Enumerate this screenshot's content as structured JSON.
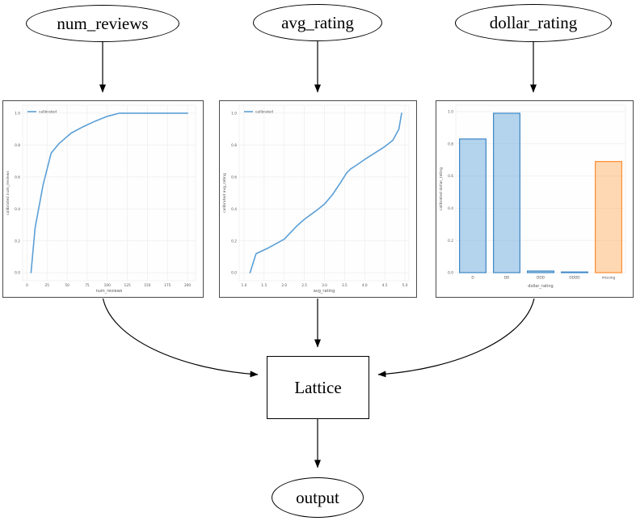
{
  "diagram": {
    "nodes": {
      "num_reviews": {
        "label": "num_reviews"
      },
      "avg_rating": {
        "label": "avg_rating"
      },
      "dollar_rating": {
        "label": "dollar_rating"
      },
      "lattice": {
        "label": "Lattice"
      },
      "output": {
        "label": "output"
      }
    }
  },
  "colors": {
    "edge": "#000000",
    "figure_border": "#4a4a4a",
    "grid": "#efefef",
    "tick_text": "#555555",
    "line_blue": "#5b9fd6",
    "bar_blue_edge": "#3c87c6",
    "bar_blue_fill": "rgba(91,159,214,0.45)",
    "bar_orange_edge": "#ff8b2e",
    "bar_orange_fill": "rgba(255,160,64,0.40)"
  },
  "chart_data": [
    {
      "type": "line",
      "title": "",
      "xlabel": "num_reviews",
      "ylabel": "calibrated num_reviews",
      "legend": "calibrated",
      "legend_position": "upper-left",
      "grid": true,
      "line_color": "#5b9fd6",
      "xlim": [
        -5.5,
        210
      ],
      "ylim": [
        -0.05,
        1.05
      ],
      "xticks": [
        0,
        25,
        50,
        75,
        100,
        125,
        150,
        175,
        200
      ],
      "xtick_labels": [
        "0",
        "25",
        "50",
        "75",
        "100",
        "125",
        "150",
        "175",
        "200"
      ],
      "yticks": [
        0.0,
        0.2,
        0.4,
        0.6,
        0.8,
        1.0
      ],
      "ytick_labels": [
        "0.0",
        "0.2",
        "0.4",
        "0.6",
        "0.8",
        "1.0"
      ],
      "x": [
        5,
        10,
        20,
        30,
        40,
        55,
        70,
        85,
        100,
        115,
        200
      ],
      "y": [
        0.0,
        0.28,
        0.55,
        0.75,
        0.81,
        0.875,
        0.915,
        0.95,
        0.98,
        1.0,
        1.0
      ]
    },
    {
      "type": "line",
      "title": "",
      "xlabel": "avg_rating",
      "ylabel": "calibrated avg_rating",
      "legend": "calibrated",
      "legend_position": "upper-left",
      "grid": true,
      "line_color": "#5b9fd6",
      "xlim": [
        0.88,
        5.1
      ],
      "ylim": [
        -0.05,
        1.05
      ],
      "xticks": [
        1.0,
        1.5,
        2.0,
        2.5,
        3.0,
        3.5,
        4.0,
        4.5,
        5.0
      ],
      "xtick_labels": [
        "1.0",
        "1.5",
        "2.0",
        "2.5",
        "3.0",
        "3.5",
        "4.0",
        "4.5",
        "5.0"
      ],
      "yticks": [
        0.0,
        0.2,
        0.4,
        0.6,
        0.8,
        1.0
      ],
      "ytick_labels": [
        "0.0",
        "0.2",
        "0.4",
        "0.6",
        "0.8",
        "1.0"
      ],
      "x": [
        1.15,
        1.3,
        1.6,
        2.0,
        2.3,
        2.5,
        2.8,
        3.0,
        3.2,
        3.4,
        3.55,
        3.65,
        3.8,
        4.0,
        4.25,
        4.5,
        4.7,
        4.85,
        4.92
      ],
      "y": [
        0.0,
        0.12,
        0.155,
        0.21,
        0.29,
        0.335,
        0.39,
        0.43,
        0.49,
        0.565,
        0.625,
        0.65,
        0.675,
        0.71,
        0.75,
        0.79,
        0.83,
        0.9,
        1.0
      ]
    },
    {
      "type": "bar",
      "title": "",
      "xlabel": "dollar_rating",
      "ylabel": "calibrated dollar_rating",
      "grid": true,
      "categories": [
        "D",
        "DD",
        "DDD",
        "DDDD",
        "missing"
      ],
      "values": [
        0.83,
        0.99,
        0.01,
        0.004,
        0.69
      ],
      "bar_edge_colors": [
        "#3c87c6",
        "#3c87c6",
        "#3c87c6",
        "#3c87c6",
        "#ff8b2e"
      ],
      "bar_fill_colors": [
        "rgba(91,159,214,0.45)",
        "rgba(91,159,214,0.45)",
        "rgba(91,159,214,0.45)",
        "rgba(91,159,214,0.45)",
        "rgba(255,160,64,0.40)"
      ],
      "ylim": [
        0,
        1.04
      ],
      "yticks": [
        0.0,
        0.2,
        0.4,
        0.6,
        0.8,
        1.0
      ],
      "ytick_labels": [
        "0.0",
        "0.2",
        "0.4",
        "0.6",
        "0.8",
        "1.0"
      ]
    }
  ]
}
